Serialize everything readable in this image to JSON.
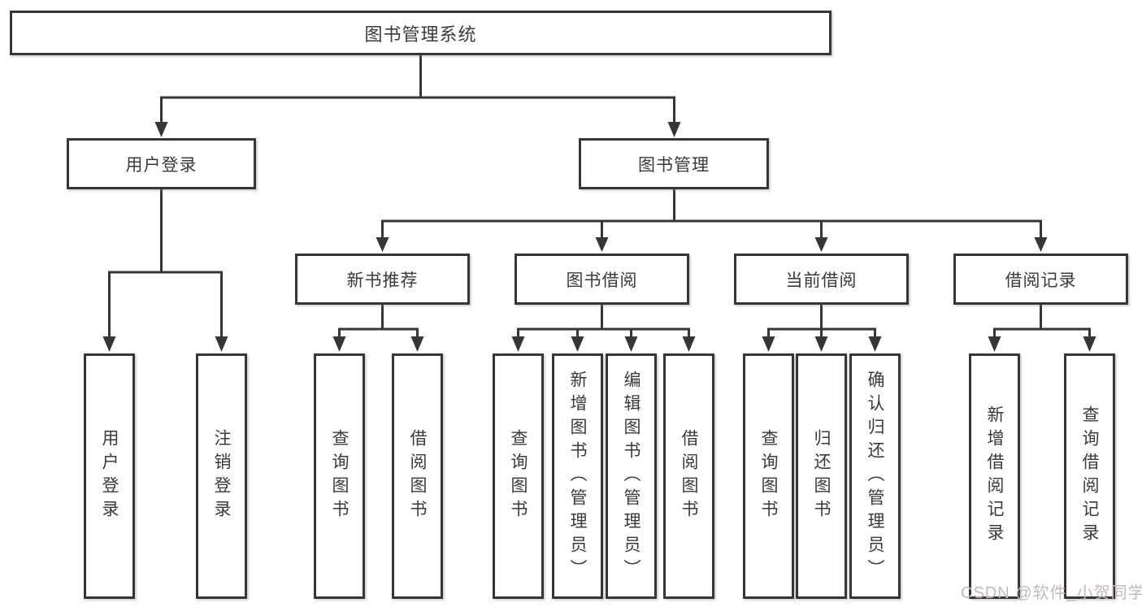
{
  "diagram": {
    "root": {
      "label": "图书管理系统"
    },
    "level2": [
      {
        "label": "用户登录"
      },
      {
        "label": "图书管理"
      }
    ],
    "level3": [
      {
        "label": "新书推荐",
        "parent": "图书管理"
      },
      {
        "label": "图书借阅",
        "parent": "图书管理"
      },
      {
        "label": "当前借阅",
        "parent": "图书管理"
      },
      {
        "label": "借阅记录",
        "parent": "图书管理"
      }
    ],
    "level4": [
      {
        "label": "用户登录",
        "parent": "用户登录"
      },
      {
        "label": "注销登录",
        "parent": "用户登录"
      },
      {
        "label": "查询图书",
        "parent": "新书推荐"
      },
      {
        "label": "借阅图书",
        "parent": "新书推荐"
      },
      {
        "label": "查询图书",
        "parent": "图书借阅"
      },
      {
        "label": "新增图书（管理员）",
        "parent": "图书借阅"
      },
      {
        "label": "编辑图书（管理员）",
        "parent": "图书借阅"
      },
      {
        "label": "借阅图书",
        "parent": "图书借阅"
      },
      {
        "label": "查询图书",
        "parent": "当前借阅"
      },
      {
        "label": "归还图书",
        "parent": "当前借阅"
      },
      {
        "label": "确认归还（管理员）",
        "parent": "当前借阅"
      },
      {
        "label": "新增借阅记录",
        "parent": "借阅记录"
      },
      {
        "label": "查询借阅记录",
        "parent": "借阅记录"
      }
    ],
    "colors": {
      "line": "#363636",
      "text": "#3a3a3a",
      "box_background": "#ffffff"
    }
  },
  "watermark": {
    "text": "CSDN @软件_小贺同学",
    "color": "#c2baba"
  }
}
